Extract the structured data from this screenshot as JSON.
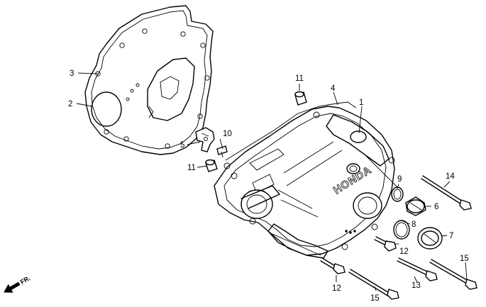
{
  "callouts": {
    "c1": "1",
    "c2": "2",
    "c3": "3",
    "c4": "4",
    "c5": "5",
    "c6": "6",
    "c7": "7",
    "c8": "8",
    "c9": "9",
    "c10": "10",
    "c11a": "11",
    "c11b": "11",
    "c12a": "12",
    "c12b": "12",
    "c13": "13",
    "c14": "14",
    "c15a": "15",
    "c15b": "15"
  },
  "emboss_text": "HONDA",
  "direction_label": "FR."
}
